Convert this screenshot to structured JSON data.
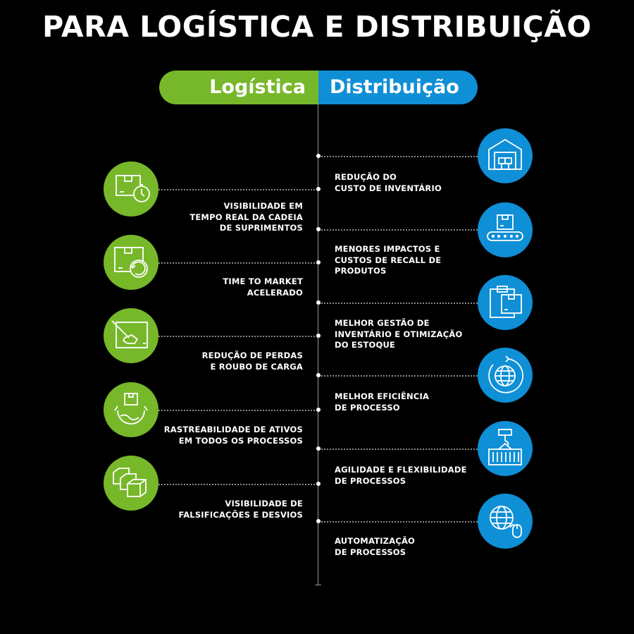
{
  "title": "PARA LOGÍSTICA E DISTRIBUIÇÃO",
  "header": {
    "left_label": "Logística",
    "right_label": "Distribuição"
  },
  "colors": {
    "green": "#77b82a",
    "blue": "#0f8fd6",
    "background": "#000000"
  },
  "logistica": [
    {
      "label": "VISIBILIDADE EM\nTEMPO REAL DA CADEIA\nDE SUPRIMENTOS",
      "icon": "box-timer-icon"
    },
    {
      "label": "TIME TO MARKET\nACELERADO",
      "icon": "box-refresh-icon"
    },
    {
      "label": "REDUÇÃO DE PERDAS\nE ROUBO DE CARGA",
      "icon": "hand-box-icon"
    },
    {
      "label": "RASTREABILIDADE DE ATIVOS\nEM TODOS OS PROCESSOS",
      "icon": "globe-box-icon"
    },
    {
      "label": "VISIBILIDADE DE\nFALSIFICAÇÕES E DESVIOS",
      "icon": "stacked-boxes-icon"
    }
  ],
  "distribuicao": [
    {
      "label": "REDUÇÃO DO\nCUSTO DE INVENTÁRIO",
      "icon": "warehouse-icon"
    },
    {
      "label": "MENORES IMPACTOS E\nCUSTOS DE RECALL DE\nPRODUTOS",
      "icon": "conveyor-icon"
    },
    {
      "label": "MELHOR GESTÃO DE\nINVENTÁRIO E OTIMIZAÇÃO\nDO ESTOQUE",
      "icon": "clipboard-box-icon"
    },
    {
      "label": "MELHOR EFICIÊNCIA\nDE PROCESSO",
      "icon": "globe-cycle-icon"
    },
    {
      "label": "AGILIDADE E FLEXIBILIDADE\nDE PROCESSOS",
      "icon": "crane-container-icon"
    },
    {
      "label": "AUTOMATIZAÇÃO\nDE PROCESSOS",
      "icon": "globe-mouse-icon"
    }
  ]
}
